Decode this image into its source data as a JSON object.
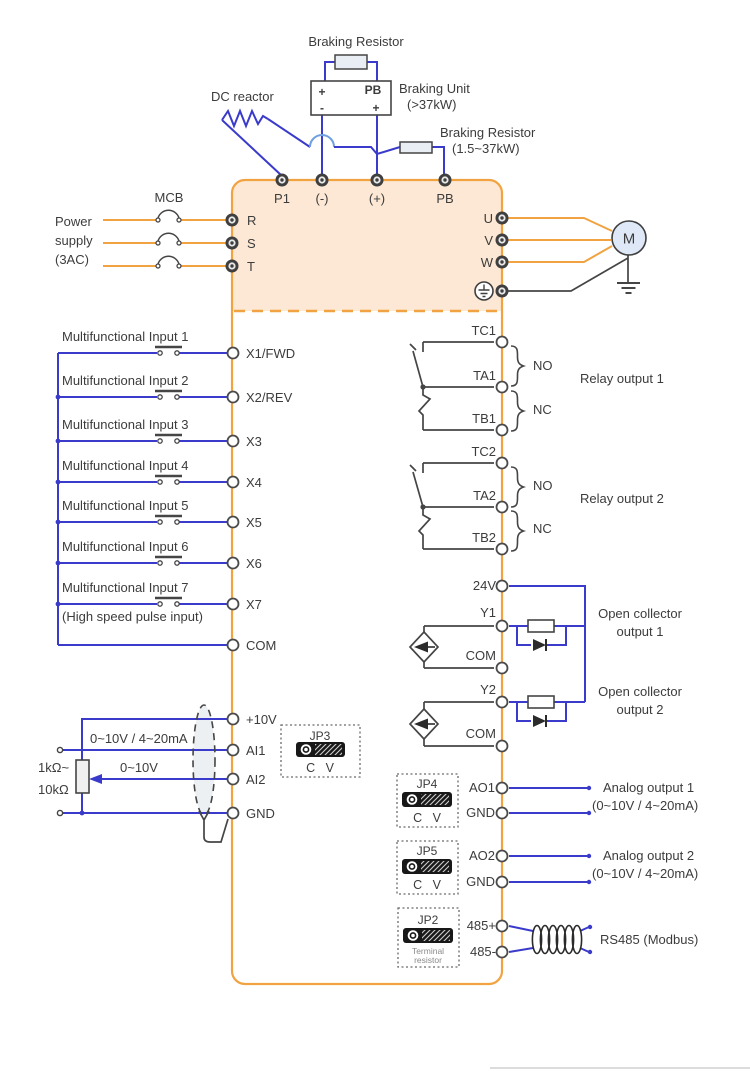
{
  "colors": {
    "wire_blue": "#3a3acb",
    "wire_orange": "#f2a341",
    "power_section_fill": "#fce8d4",
    "dark": "#3f3f3f"
  },
  "braking": {
    "resistor_top": "Braking Resistor",
    "unit_line1": "Braking Unit",
    "unit_line2": "(>37kW)",
    "dc_reactor": "DC reactor",
    "resistor2_line1": "Braking Resistor",
    "resistor2_line2": "(1.5~37kW)",
    "unit_pins": {
      "top_left": "+",
      "top_right": "PB",
      "bottom_left": "-",
      "bottom_right": "+"
    }
  },
  "dc_terminals": {
    "p1": "P1",
    "minus": "(-)",
    "plus": "(+)",
    "pb": "PB"
  },
  "power_input": {
    "line1": "Power",
    "line2": "supply",
    "line3": "(3AC)",
    "mcb": "MCB",
    "r": "R",
    "s": "S",
    "t": "T"
  },
  "motor_output": {
    "u": "U",
    "v": "V",
    "w": "W",
    "motor": "M"
  },
  "digital_inputs": {
    "rows": [
      {
        "label": "Multifunctional Input 1",
        "terminal": "X1/FWD"
      },
      {
        "label": "Multifunctional Input 2",
        "terminal": "X2/REV"
      },
      {
        "label": "Multifunctional Input 3",
        "terminal": "X3"
      },
      {
        "label": "Multifunctional Input 4",
        "terminal": "X4"
      },
      {
        "label": "Multifunctional Input 5",
        "terminal": "X5"
      },
      {
        "label": "Multifunctional Input 6",
        "terminal": "X6"
      },
      {
        "label": "Multifunctional Input 7",
        "terminal": "X7"
      }
    ],
    "note": "(High speed pulse input)",
    "com": "COM"
  },
  "relay_outputs": [
    {
      "tc": "TC1",
      "ta": "TA1",
      "tb": "TB1",
      "no": "NO",
      "nc": "NC",
      "label": "Relay output 1"
    },
    {
      "tc": "TC2",
      "ta": "TA2",
      "tb": "TB2",
      "no": "NO",
      "nc": "NC",
      "label": "Relay output 2"
    }
  ],
  "open_collector": {
    "v24": "24V",
    "ch1": {
      "y": "Y1",
      "com": "COM",
      "label1": "Open collector",
      "label2": "output 1"
    },
    "ch2": {
      "y": "Y2",
      "com": "COM",
      "label1": "Open collector",
      "label2": "output 2"
    }
  },
  "analog_inputs": {
    "p10v": "+10V",
    "ai1": "AI1",
    "ai2": "AI2",
    "gnd": "GND",
    "ai1_range": "0~10V / 4~20mA",
    "ai2_range": "0~10V",
    "pot_line1": "1kΩ~",
    "pot_line2": "10kΩ",
    "jp3": {
      "title": "JP3",
      "pins": "C V"
    }
  },
  "analog_outputs": [
    {
      "jp": "JP4",
      "pins": "C V",
      "terminal": "AO1",
      "gnd": "GND",
      "label": "Analog output 1",
      "range": "(0~10V / 4~20mA)"
    },
    {
      "jp": "JP5",
      "pins": "C V",
      "terminal": "AO2",
      "gnd": "GND",
      "label": "Analog output 2",
      "range": "(0~10V / 4~20mA)"
    }
  ],
  "rs485": {
    "jp": "JP2",
    "jp_note1": "Terminal",
    "jp_note2": "resistor",
    "plus": "485+",
    "minus": "485-",
    "label": "RS485 (Modbus)"
  }
}
